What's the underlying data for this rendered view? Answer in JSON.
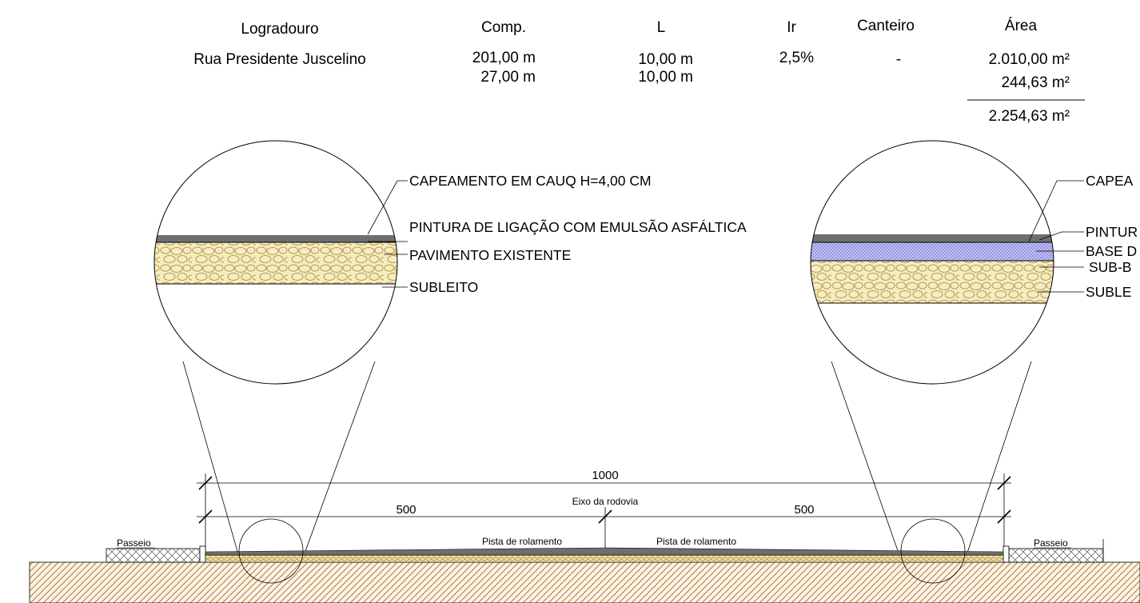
{
  "table": {
    "headers": [
      "Logradouro",
      "Comp.",
      "L",
      "Ir",
      "Canteiro",
      "Área"
    ],
    "street": "Rua Presidente Juscelino",
    "rows": [
      {
        "comp": "201,00 m",
        "l": "10,00 m",
        "ir": "2,5%",
        "canteiro": "-",
        "area": "2.010,00 m²"
      },
      {
        "comp": "27,00 m",
        "l": "10,00 m",
        "area": "244,63 m²"
      }
    ],
    "total_area": "2.254,63 m²"
  },
  "detail_left": {
    "labels": [
      "CAPEAMENTO EM CAUQ H=4,00 CM",
      "PINTURA DE LIGAÇÃO COM EMULSÃO ASFÁLTICA",
      "PAVIMENTO EXISTENTE",
      "SUBLEITO"
    ]
  },
  "detail_right": {
    "labels": [
      "CAPEA",
      "PINTUR",
      "BASE D",
      "SUB-B",
      "SUBLE"
    ]
  },
  "section": {
    "dim_total": "1000",
    "dim_half_left": "500",
    "dim_half_right": "500",
    "axis_label": "Eixo da rodovia",
    "lane_left": "Pista de rolamento",
    "lane_right": "Pista de rolamento",
    "sidewalk_left": "Passeio",
    "sidewalk_right": "Passeio"
  },
  "colors": {
    "asphalt": "#6f6f6f",
    "gravel_fill": "#f4ecc4",
    "gravel_stroke": "#b89a3a",
    "base_blue": "#8f8fe0",
    "soil_hatch": "#b07a3a"
  }
}
